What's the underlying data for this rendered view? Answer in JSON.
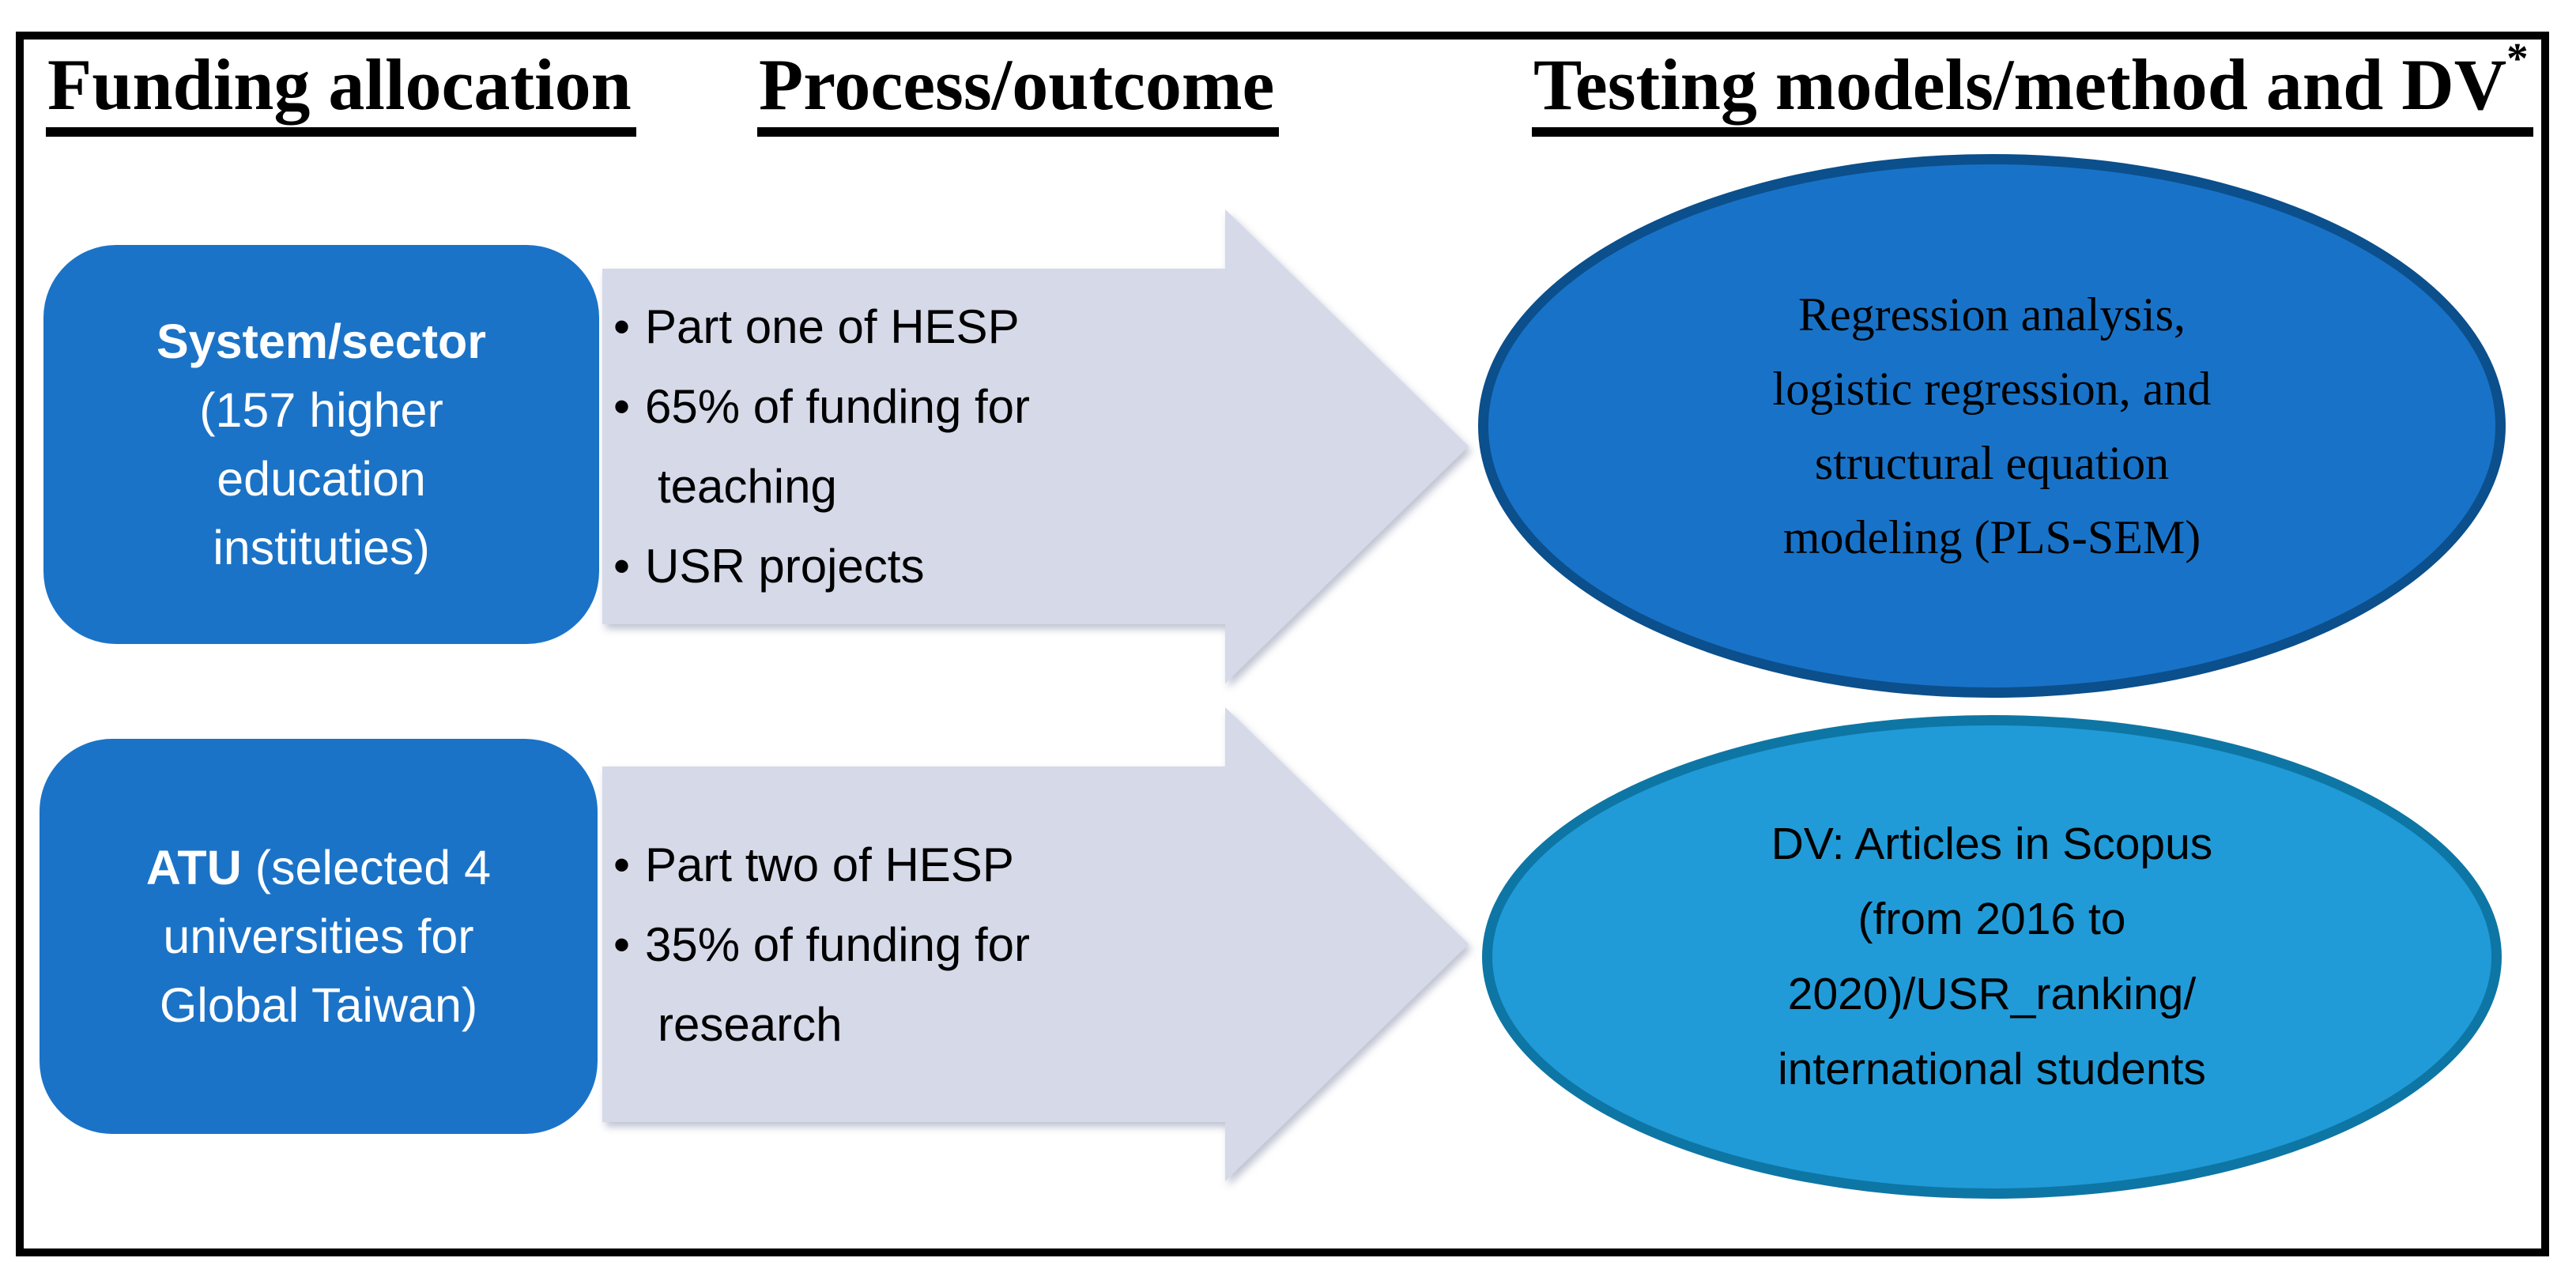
{
  "diagram": {
    "headers": [
      {
        "text": "Funding allocation",
        "sup": ""
      },
      {
        "text": "Process/outcome",
        "sup": ""
      },
      {
        "text": "Testing models/method and DV",
        "sup": "*"
      }
    ],
    "rows": [
      {
        "box": {
          "line1_bold": "System/sector",
          "line1_rest": "",
          "lines": [
            "(157 higher",
            "education",
            "instituties)"
          ]
        },
        "arrow": {
          "lines": [
            {
              "text": "Part one of HESP",
              "bulleted": true
            },
            {
              "text": "65% of funding for",
              "bulleted": true
            },
            {
              "text": "teaching",
              "bulleted": false
            },
            {
              "text": "USR projects",
              "bulleted": true
            }
          ]
        },
        "ellipse": {
          "lines": [
            "Regression analysis,",
            "logistic regression, and",
            "structural equation",
            "modeling (PLS-SEM)"
          ]
        }
      },
      {
        "box": {
          "line1_bold": "ATU",
          "line1_rest": " (selected 4",
          "lines": [
            "universities for",
            "Global Taiwan)"
          ]
        },
        "arrow": {
          "lines": [
            {
              "text": "Part two of HESP",
              "bulleted": true
            },
            {
              "text": "35% of funding for",
              "bulleted": true
            },
            {
              "text": "research",
              "bulleted": false
            }
          ]
        },
        "ellipse": {
          "lines": [
            "DV: Articles in Scopus",
            "(from 2016 to",
            "2020)/USR_ranking/",
            "international students"
          ]
        }
      }
    ],
    "colors": {
      "box_fill": "#1B73C7",
      "arrow_fill": "#D5D9E8",
      "ellipse1_fill": "#1873C8",
      "ellipse1_border": "#0B4F8C",
      "ellipse2_fill": "#209BD8",
      "ellipse2_border": "#0E76A4",
      "frame_border": "#000000"
    }
  }
}
